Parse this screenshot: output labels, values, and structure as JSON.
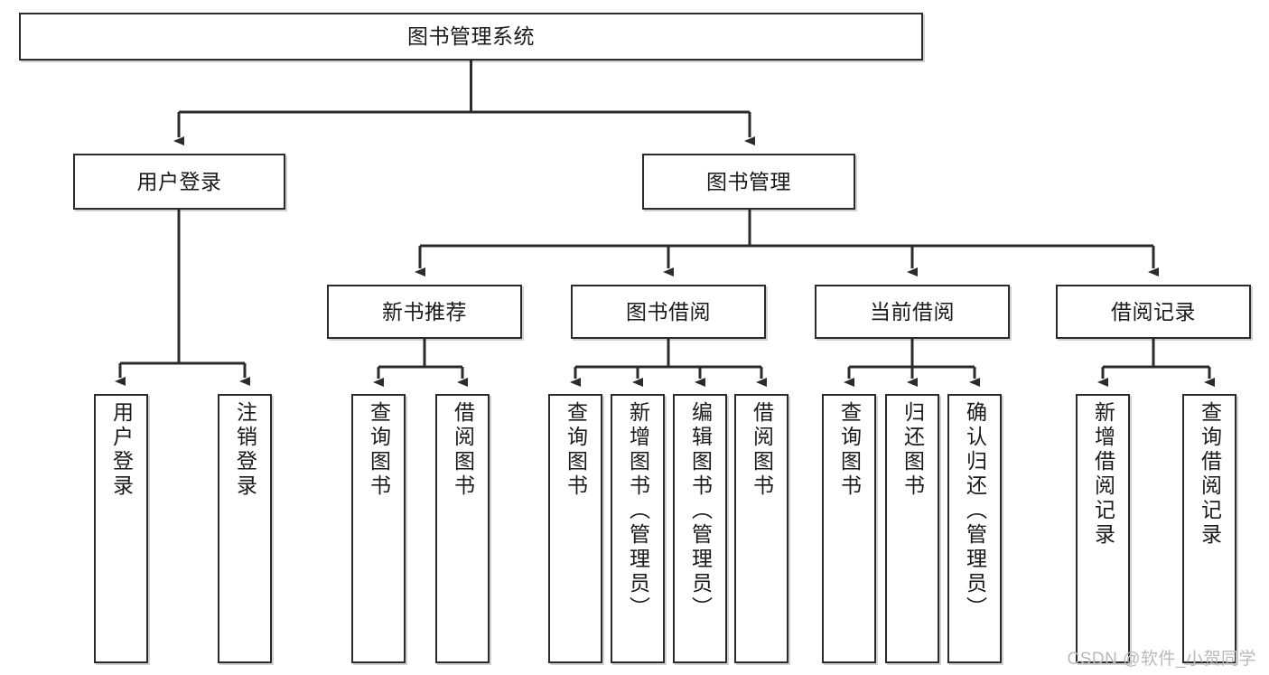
{
  "diagram": {
    "title": "图书管理系统",
    "type": "hierarchy-tree",
    "watermark": "CSDN @软件_小贺同学",
    "colors": {
      "box_border": "#2b2b2b",
      "box_fill": "#ffffff",
      "edge": "#2b2b2b",
      "text": "#1a1a1a",
      "watermark": "#b9b9b9"
    },
    "nodes": {
      "root": {
        "label": "图书管理系统",
        "level": 0
      },
      "l1_user_login": {
        "label": "用户登录",
        "level": 1
      },
      "l1_book_manage": {
        "label": "图书管理",
        "level": 1
      },
      "l2_new_book": {
        "label": "新书推荐",
        "level": 2
      },
      "l2_book_borrow": {
        "label": "图书借阅",
        "level": 2
      },
      "l2_current_borrow": {
        "label": "当前借阅",
        "level": 2
      },
      "l2_borrow_record": {
        "label": "借阅记录",
        "level": 2
      },
      "leaf_user_login": {
        "label": "用户登录",
        "level": 3
      },
      "leaf_logout": {
        "label": "注销登录",
        "level": 3
      },
      "leaf_query_book_1": {
        "label": "查询图书",
        "level": 3
      },
      "leaf_borrow_book_1": {
        "label": "借阅图书",
        "level": 3
      },
      "leaf_query_book_2": {
        "label": "查询图书",
        "level": 3
      },
      "leaf_add_book": {
        "label": "新增图书（管理员）",
        "level": 3
      },
      "leaf_edit_book": {
        "label": "编辑图书（管理员）",
        "level": 3
      },
      "leaf_borrow_book_2": {
        "label": "借阅图书",
        "level": 3
      },
      "leaf_query_book_3": {
        "label": "查询图书",
        "level": 3
      },
      "leaf_return_book": {
        "label": "归还图书",
        "level": 3
      },
      "leaf_confirm_return": {
        "label": "确认归还（管理员）",
        "level": 3
      },
      "leaf_add_record": {
        "label": "新增借阅记录",
        "level": 3
      },
      "leaf_query_record": {
        "label": "查询借阅记录",
        "level": 3
      }
    },
    "edges": [
      {
        "from": "root",
        "to": "l1_user_login"
      },
      {
        "from": "root",
        "to": "l1_book_manage"
      },
      {
        "from": "l1_user_login",
        "to": "leaf_user_login"
      },
      {
        "from": "l1_user_login",
        "to": "leaf_logout"
      },
      {
        "from": "l1_book_manage",
        "to": "l2_new_book"
      },
      {
        "from": "l1_book_manage",
        "to": "l2_book_borrow"
      },
      {
        "from": "l1_book_manage",
        "to": "l2_current_borrow"
      },
      {
        "from": "l1_book_manage",
        "to": "l2_borrow_record"
      },
      {
        "from": "l2_new_book",
        "to": "leaf_query_book_1"
      },
      {
        "from": "l2_new_book",
        "to": "leaf_borrow_book_1"
      },
      {
        "from": "l2_book_borrow",
        "to": "leaf_query_book_2"
      },
      {
        "from": "l2_book_borrow",
        "to": "leaf_add_book"
      },
      {
        "from": "l2_book_borrow",
        "to": "leaf_edit_book"
      },
      {
        "from": "l2_book_borrow",
        "to": "leaf_borrow_book_2"
      },
      {
        "from": "l2_current_borrow",
        "to": "leaf_query_book_3"
      },
      {
        "from": "l2_current_borrow",
        "to": "leaf_return_book"
      },
      {
        "from": "l2_current_borrow",
        "to": "leaf_confirm_return"
      },
      {
        "from": "l2_borrow_record",
        "to": "leaf_add_record"
      },
      {
        "from": "l2_borrow_record",
        "to": "leaf_query_record"
      }
    ]
  }
}
